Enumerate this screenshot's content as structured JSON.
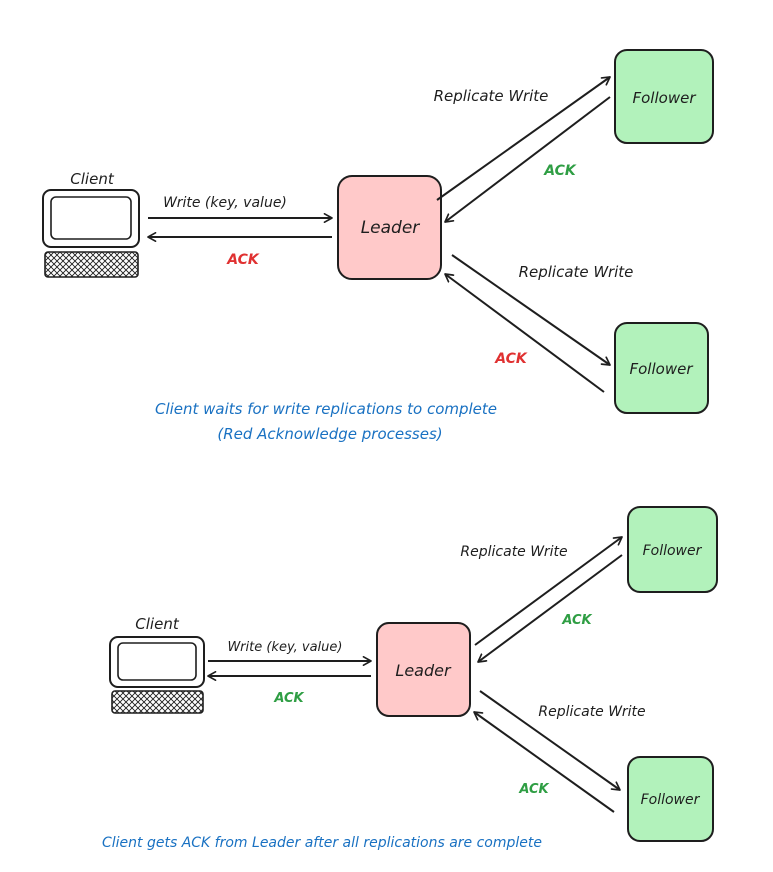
{
  "colors": {
    "ink": "#1e1e1e",
    "leader_fill": "#ffc9c9",
    "follower_fill": "#b2f2bb",
    "ack_red": "#e03131",
    "ack_green": "#2f9e44",
    "caption_blue": "#1971c2"
  },
  "icons": {
    "client": "computer-icon"
  },
  "top": {
    "client_label": "Client",
    "write_label": "Write (key, value)",
    "client_ack_label": "ACK",
    "leader_label": "Leader",
    "follower1_label": "Follower",
    "follower2_label": "Follower",
    "replicate1_label": "Replicate Write",
    "replicate2_label": "Replicate Write",
    "follower1_ack_label": "ACK",
    "follower2_ack_label": "ACK",
    "caption_line1": "Client waits for write replications to complete",
    "caption_line2": "(Red Acknowledge processes)"
  },
  "bottom": {
    "client_label": "Client",
    "write_label": "Write (key, value)",
    "client_ack_label": "ACK",
    "leader_label": "Leader",
    "follower1_label": "Follower",
    "follower2_label": "Follower",
    "replicate1_label": "Replicate Write",
    "replicate2_label": "Replicate Write",
    "follower1_ack_label": "ACK",
    "follower2_ack_label": "ACK",
    "caption_line1": "Client gets ACK from Leader after all replications are complete"
  }
}
